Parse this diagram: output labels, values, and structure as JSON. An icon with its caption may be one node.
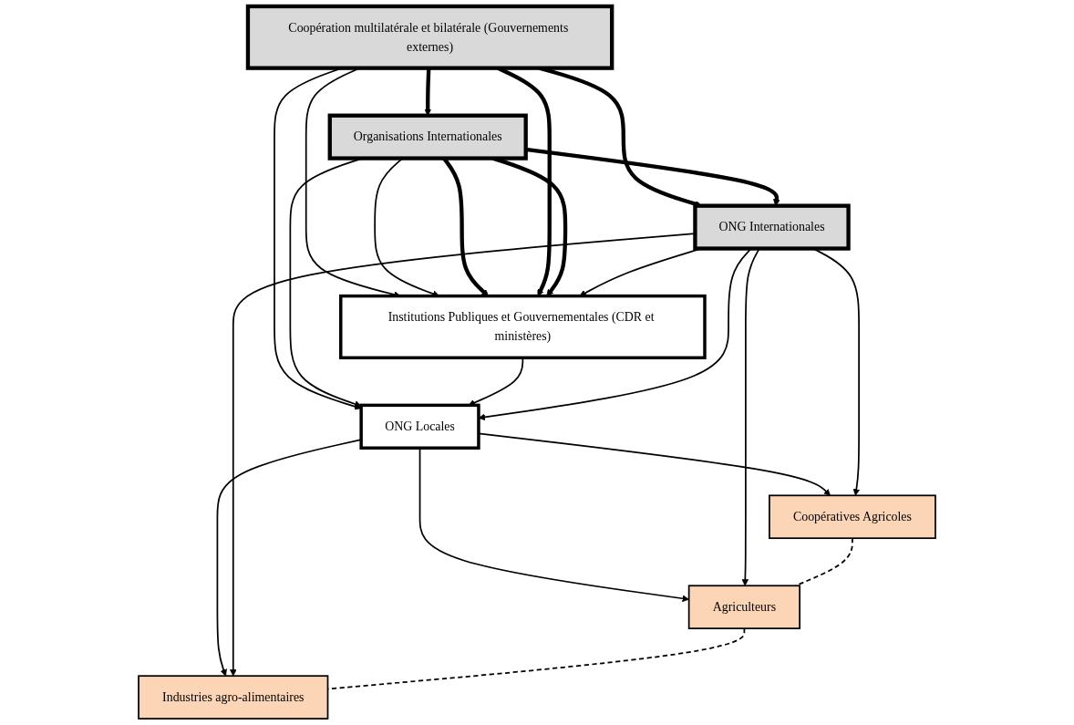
{
  "diagram": {
    "nodes": [
      {
        "text": [
          "Coopération multilatérale et bilatérale (Gouvernements externes)"
        ]
      },
      {
        "text": [
          "Organisations Internationales"
        ]
      },
      {
        "text": [
          "Institutions Publiques et Gouvernementales (CDR et ministères)"
        ]
      },
      {
        "text": [
          "ONG Locales"
        ]
      },
      {
        "text": [
          "ONG Internationales"
        ]
      },
      {
        "text": [
          "Coopératives Agricoles"
        ]
      },
      {
        "text": [
          "Agriculteurs"
        ]
      },
      {
        "text": [
          "Industries agro-alimentaires"
        ]
      }
    ],
    "edges": [
      {
        "from": 0,
        "to": 1,
        "arrow": "to",
        "style": "thick"
      },
      {
        "from": 0,
        "to": 2,
        "arrow": "to"
      },
      {
        "from": 0,
        "to": 3,
        "arrow": "to"
      },
      {
        "from": 1,
        "to": 2,
        "arrow": "to"
      },
      {
        "from": 1,
        "to": 3,
        "arrow": "to"
      },
      {
        "from": 1,
        "to": 2,
        "arrow": "to",
        "style": "thick"
      },
      {
        "from": 0,
        "to": 2,
        "arrow": "to",
        "style": "thick"
      },
      {
        "from": 0,
        "to": 4,
        "arrow": "to",
        "style": "thick"
      },
      {
        "from": 1,
        "to": 2,
        "arrow": "to",
        "style": "thick"
      },
      {
        "from": 1,
        "to": 4,
        "arrow": "to",
        "style": "thick"
      },
      {
        "from": 2,
        "to": 3,
        "arrow": "to"
      },
      {
        "from": 4,
        "to": 2,
        "arrow": "to"
      },
      {
        "from": 4,
        "to": 3,
        "arrow": "to"
      },
      {
        "from": 3,
        "to": 5,
        "arrow": "to"
      },
      {
        "from": 3,
        "to": 6,
        "arrow": "to"
      },
      {
        "from": 3,
        "to": 7,
        "arrow": "to"
      },
      {
        "from": 4,
        "to": 5,
        "arrow": "to"
      },
      {
        "from": 4,
        "to": 6,
        "arrow": "to"
      },
      {
        "from": 4,
        "to": 7,
        "arrow": "to"
      },
      {
        "from": 5,
        "to": 6,
        "arrow": "none",
        "style": "dashed"
      },
      {
        "from": 6,
        "to": 7,
        "arrow": "none",
        "style": "dashed"
      }
    ]
  }
}
